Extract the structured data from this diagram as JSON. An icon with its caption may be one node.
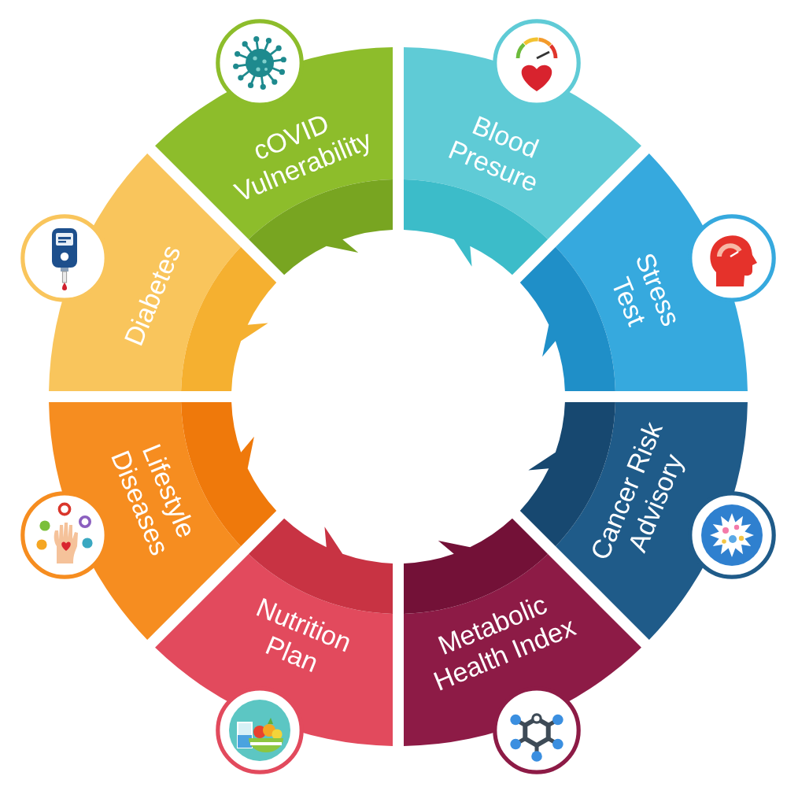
{
  "diagram": {
    "nodes": [
      {
        "text": [
          "cOVID Vulnerability"
        ]
      },
      {
        "text": [
          "Blood Presure"
        ]
      },
      {
        "text": [
          "Stress Test"
        ]
      },
      {
        "text": [
          "Cancer Risk Advisory"
        ]
      },
      {
        "text": [
          "Metabolic Health Index"
        ]
      },
      {
        "text": [
          "Nutrition Plan"
        ]
      },
      {
        "text": [
          "Lifestyle Diseases"
        ]
      },
      {
        "text": [
          "Diabetes"
        ]
      }
    ]
  }
}
